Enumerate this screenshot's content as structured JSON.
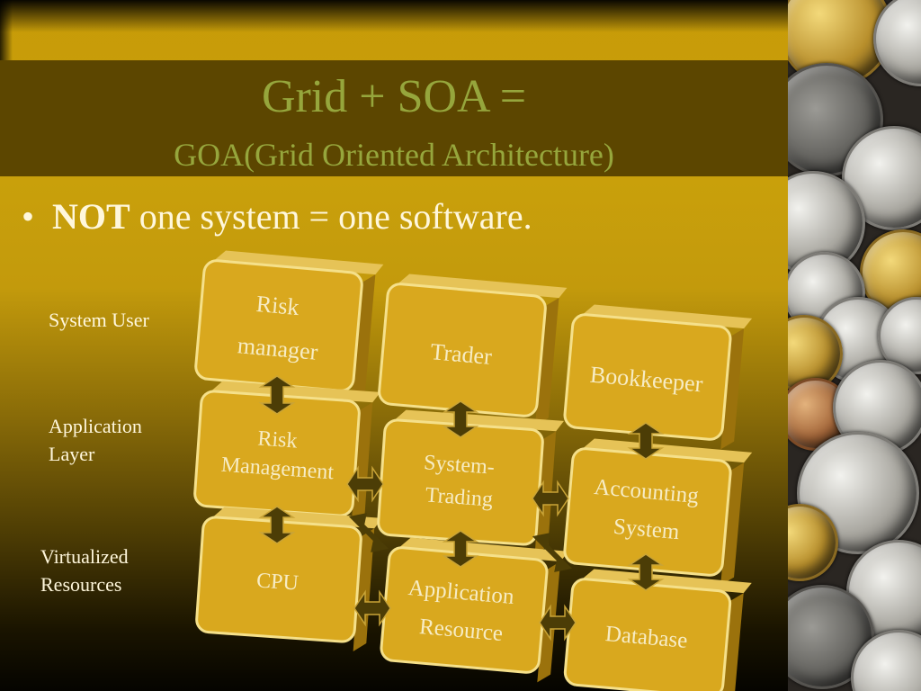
{
  "title": "Grid + SOA =",
  "subtitle": "GOA(Grid Oriented Architecture)",
  "bullet": {
    "marker": "•",
    "bold": "NOT",
    "rest": " one system = one software."
  },
  "row_labels": {
    "system_user": "System User",
    "application_layer_1": "Application",
    "application_layer_2": "Layer",
    "virtualized_1": "Virtualized",
    "virtualized_2": "Resources"
  },
  "boxes": {
    "col1_top": [
      "Risk",
      "manager"
    ],
    "col1_mid": [
      "Risk",
      "Management"
    ],
    "col1_bot": [
      "CPU"
    ],
    "col2_top": [
      "Trader"
    ],
    "col2_mid": [
      "System-",
      "Trading"
    ],
    "col2_bot": [
      "Application",
      "Resource"
    ],
    "col3_top": [
      "Bookkeeper"
    ],
    "col3_mid": [
      "Accounting",
      "System"
    ],
    "col3_bot": [
      "Database"
    ]
  },
  "colors": {
    "box_fill": "#d9a81e",
    "box_edge": "#f5e08a",
    "box_side": "#9b720c",
    "arrow_fill": "#4c3d06",
    "title_color": "#96a63c",
    "bullet_color": "#fff7dc"
  }
}
